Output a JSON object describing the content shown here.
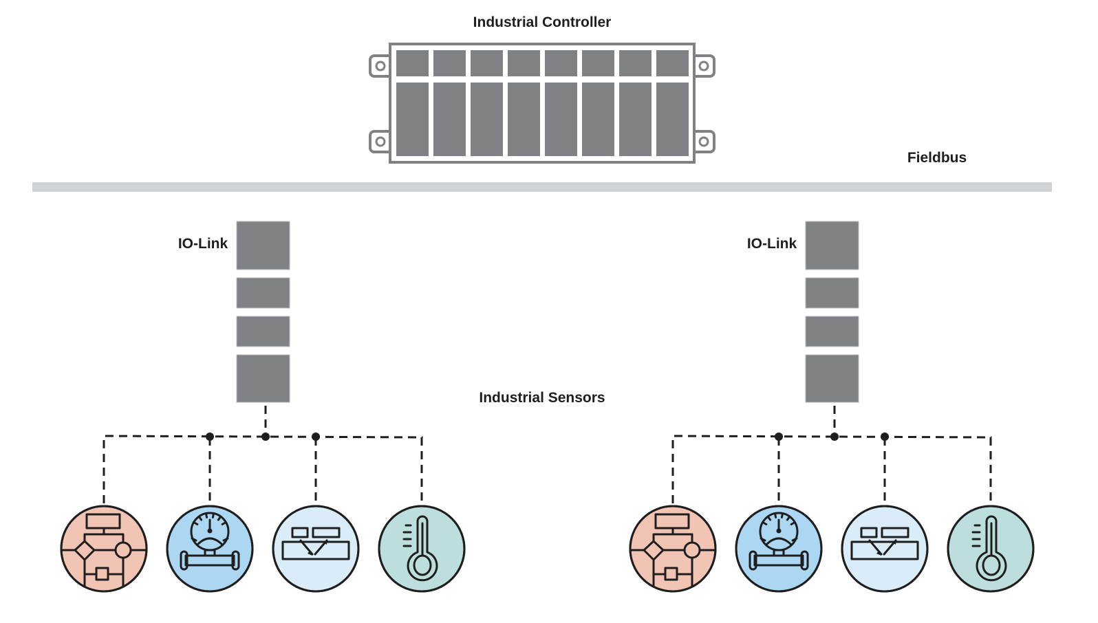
{
  "labels": {
    "controller": "Industrial Controller",
    "fieldbus": "Fieldbus",
    "io_link_left": "IO-Link",
    "io_link_right": "IO-Link",
    "sensors": "Industrial Sensors"
  },
  "controller": {
    "slot_count": 8
  },
  "io_link_modules": {
    "count": 2,
    "segments_each": 4
  },
  "sensor_groups": [
    {
      "name": "left",
      "sensors": [
        {
          "type": "process-flow",
          "icon": "flowchart-icon",
          "color": "#f2c4b3"
        },
        {
          "type": "pressure",
          "icon": "pressure-gauge-icon",
          "color": "#acd7f2"
        },
        {
          "type": "level/proximity",
          "icon": "reflection-sensor-icon",
          "color": "#dbecf9"
        },
        {
          "type": "temperature",
          "icon": "thermometer-icon",
          "color": "#bcdfdd"
        }
      ]
    },
    {
      "name": "right",
      "sensors": [
        {
          "type": "process-flow",
          "icon": "flowchart-icon",
          "color": "#f2c4b3"
        },
        {
          "type": "pressure",
          "icon": "pressure-gauge-icon",
          "color": "#acd7f2"
        },
        {
          "type": "level/proximity",
          "icon": "reflection-sensor-icon",
          "color": "#dbecf9"
        },
        {
          "type": "temperature",
          "icon": "thermometer-icon",
          "color": "#bcdfdd"
        }
      ]
    }
  ],
  "colors": {
    "module_gray": "#808184",
    "fieldbus_gray": "#d1d2d4",
    "ink": "#1e1e1e"
  }
}
